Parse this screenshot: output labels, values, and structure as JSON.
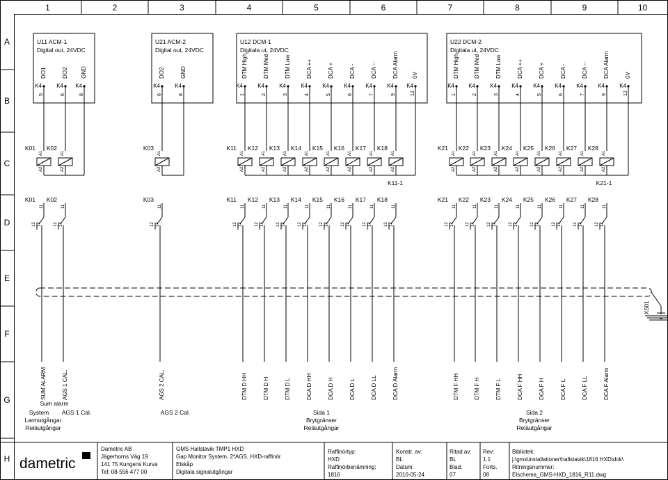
{
  "grid": {
    "cols": [
      "1",
      "2",
      "3",
      "4",
      "5",
      "6",
      "7",
      "8",
      "9",
      "10"
    ],
    "rows": [
      "A",
      "B",
      "C",
      "D",
      "E",
      "F",
      "G",
      "H"
    ]
  },
  "modules": [
    {
      "id": "U11",
      "name": "ACM-1",
      "subtitle": "Digital out, 24VDC",
      "pins": [
        {
          "sig": "DO1",
          "term": "K4",
          "num": "5"
        },
        {
          "sig": "DO2",
          "term": "K4",
          "num": "6"
        },
        {
          "sig": "GND",
          "term": "K4",
          "num": "8"
        }
      ]
    },
    {
      "id": "U21",
      "name": "ACM-2",
      "subtitle": "Digital out, 24VDC",
      "pins": [
        {
          "sig": "DO2",
          "term": "K4",
          "num": "6"
        },
        {
          "sig": "GND",
          "term": "K4",
          "num": "8"
        }
      ]
    },
    {
      "id": "U12",
      "name": "DCM-1",
      "subtitle": "Digitala ut, 24VDC",
      "pins": [
        {
          "sig": "DTM High",
          "term": "K4",
          "num": "1"
        },
        {
          "sig": "DTM Med",
          "term": "K4",
          "num": "2"
        },
        {
          "sig": "DTM Low",
          "term": "K4",
          "num": "3"
        },
        {
          "sig": "DCA ++",
          "term": "K4",
          "num": "4"
        },
        {
          "sig": "DCA +",
          "term": "K4",
          "num": "5"
        },
        {
          "sig": "DCA -",
          "term": "K4",
          "num": "6"
        },
        {
          "sig": "DCA --",
          "term": "K4",
          "num": "7"
        },
        {
          "sig": "DCA Alarm",
          "term": "K4",
          "num": "9"
        },
        {
          "sig": "0V",
          "term": "K4",
          "num": "12"
        }
      ]
    },
    {
      "id": "U22",
      "name": "DCM-2",
      "subtitle": "Digitala ut, 24VDC",
      "pins": [
        {
          "sig": "DTM High",
          "term": "K4",
          "num": "1"
        },
        {
          "sig": "DTM Med",
          "term": "K4",
          "num": "2"
        },
        {
          "sig": "DTM Low",
          "term": "K4",
          "num": "3"
        },
        {
          "sig": "DCA ++",
          "term": "K4",
          "num": "4"
        },
        {
          "sig": "DCA +",
          "term": "K4",
          "num": "5"
        },
        {
          "sig": "DCA -",
          "term": "K4",
          "num": "6"
        },
        {
          "sig": "DCA --",
          "term": "K4",
          "num": "7"
        },
        {
          "sig": "DCA Alarm",
          "term": "K4",
          "num": "9"
        },
        {
          "sig": "0V",
          "term": "K4",
          "num": "12"
        }
      ]
    }
  ],
  "relays": {
    "coil_top": "A1",
    "coil_bottom": "A2",
    "contact_common": "11",
    "contact_nc": "12",
    "contact_no": "14",
    "groups": [
      {
        "labels": [
          "K01",
          "K02"
        ],
        "bus": ""
      },
      {
        "labels": [
          "K03"
        ],
        "bus": ""
      },
      {
        "labels": [
          "K11",
          "K12",
          "K13",
          "K14",
          "K15",
          "K16",
          "K17",
          "K18"
        ],
        "bus": "K11-1"
      },
      {
        "labels": [
          "K21",
          "K22",
          "K23",
          "K24",
          "K25",
          "K26",
          "K27",
          "K28"
        ],
        "bus": "K21-1"
      }
    ]
  },
  "cable_label": "XS01",
  "outputs": [
    [
      "SUM ALARM",
      "AGS 1 CAL."
    ],
    [
      "AGS 2 CAL."
    ],
    [
      "DTM D HH",
      "DTM D H",
      "DTM D L",
      "DCA D HH",
      "DCA D H",
      "DCA D L",
      "DCA D LL",
      "DCA D Alarm"
    ],
    [
      "DTM F HH",
      "DTM F H",
      "DTM F L",
      "DCA F HH",
      "DCA F H",
      "DCA F L",
      "DCA F LL",
      "DCA F Alarm"
    ]
  ],
  "captions": {
    "g1": {
      "sum": "Sum alarm",
      "system": "System",
      "ags1": "AGS 1 Cal.",
      "l1": "Larmutgångar",
      "l2": "Reläutgångar"
    },
    "g2": "AGS 2 Cal.",
    "g3": [
      "Sida 1",
      "Brytgränser",
      "Reläutgångar"
    ],
    "g4": [
      "Sida 2",
      "Brytgränser",
      "Reläutgångar"
    ]
  },
  "titleblock": {
    "logo": "dametric",
    "company": [
      "Dametric AB",
      "Jägerhorns Väg 19",
      "141 75  Kungens Kurva",
      "Tel: 08-556 477 00"
    ],
    "project": [
      "GMS Hallstavik TMP1 HXD",
      "Gap Monitor System, 2*AGS, HXD-raffinör",
      "Elskåp",
      "Digitala signalutgångar"
    ],
    "raffinor_type_label": "Raffinörtyp:",
    "raffinor_type": "HXD",
    "raffinor_name_label": "Raffinörbenämning:",
    "raffinor_name": "1816",
    "konstr_label": "Konstr. av:",
    "konstr": "BL",
    "datum_label": "Datum:",
    "datum": "2010-05-24",
    "ritad_label": "Ritad av:",
    "ritad": "BL",
    "blad_label": "Blad:",
    "blad": "07",
    "rev_label": "Rev:",
    "rev": "1.1",
    "forts_label": "Forts.",
    "forts": "08",
    "bib_label": "Bibliotek:",
    "bib": "j:\\gms\\installationer\\hallstavik\\1816 HXD\\dok\\",
    "ritn_label": "Ritningsnummer:",
    "ritn": "Elschema_GMS-HXD_1816_R11.dwg"
  }
}
